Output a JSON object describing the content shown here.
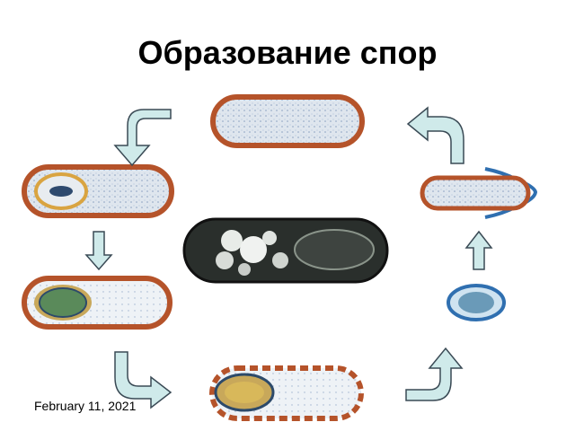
{
  "slide": {
    "title": "Образование спор",
    "date": "February 11, 2021"
  },
  "diagram": {
    "type": "spore-formation-cycle",
    "stages": [
      {
        "id": "vegetative-cell"
      },
      {
        "id": "forespore-septum"
      },
      {
        "id": "forespore-engulfed"
      },
      {
        "id": "mature-spore-in-cell"
      },
      {
        "id": "free-spore"
      },
      {
        "id": "germinating-spore"
      },
      {
        "id": "stained-micrograph"
      }
    ],
    "colors": {
      "cell_border": "#b5532a",
      "cell_fill": "#dfe6ee",
      "arrow_fill": "#cfeaea",
      "arrow_stroke": "#3a4a55",
      "spore_core": "#5a8a5a",
      "spore_ring": "#c8a85a",
      "free_spore_ring": "#2f6fb0"
    }
  }
}
